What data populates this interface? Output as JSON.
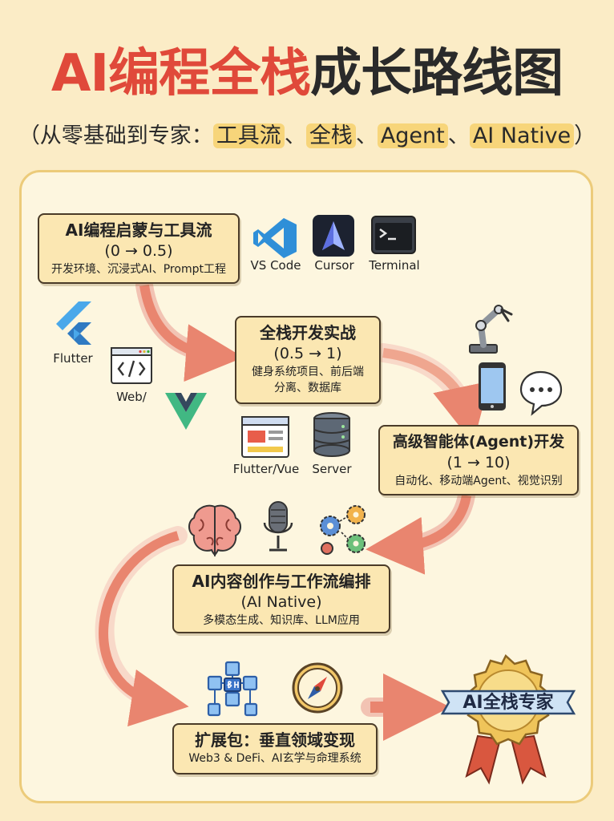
{
  "title": {
    "part1": "AI编程全栈",
    "part2": "成长路线图"
  },
  "subtitle": {
    "prefix": "（从零基础到专家：",
    "hl1": "工具流",
    "sep1": "、",
    "hl2": "全栈",
    "sep2": "、",
    "hl3": "Agent",
    "sep3": "、",
    "hl4": "AI Native",
    "suffix": "）"
  },
  "stages": [
    {
      "title": "AI编程启蒙与工具流",
      "range": "(0 → 0.5)",
      "desc": "开发环境、沉浸式AI、Prompt工程"
    },
    {
      "title": "全栈开发实战",
      "range": "(0.5 → 1)",
      "desc1": "健身系统项目、前后端",
      "desc2": "分离、数据库"
    },
    {
      "title": "高级智能体(Agent)开发",
      "range": "(1 → 10)",
      "desc": "自动化、移动端Agent、视觉识别"
    },
    {
      "title": "AI内容创作与工作流编排",
      "range": "(AI Native)",
      "desc": "多模态生成、知识库、LLM应用"
    },
    {
      "title": "扩展包：垂直领域变现",
      "desc": "Web3 & DeFi、AI玄学与命理系统"
    }
  ],
  "tools": {
    "vscode": "VS Code",
    "cursor": "Cursor",
    "terminal": "Terminal",
    "flutter": "Flutter",
    "web": "Web/",
    "fluttervue": "Flutter/Vue",
    "server": "Server"
  },
  "badge": "AI全栈专家",
  "colors": {
    "accent_red": "#e0493a",
    "node_fill": "#fbe7b2",
    "arrow": "#e9856f",
    "panel": "#fdf6df"
  }
}
